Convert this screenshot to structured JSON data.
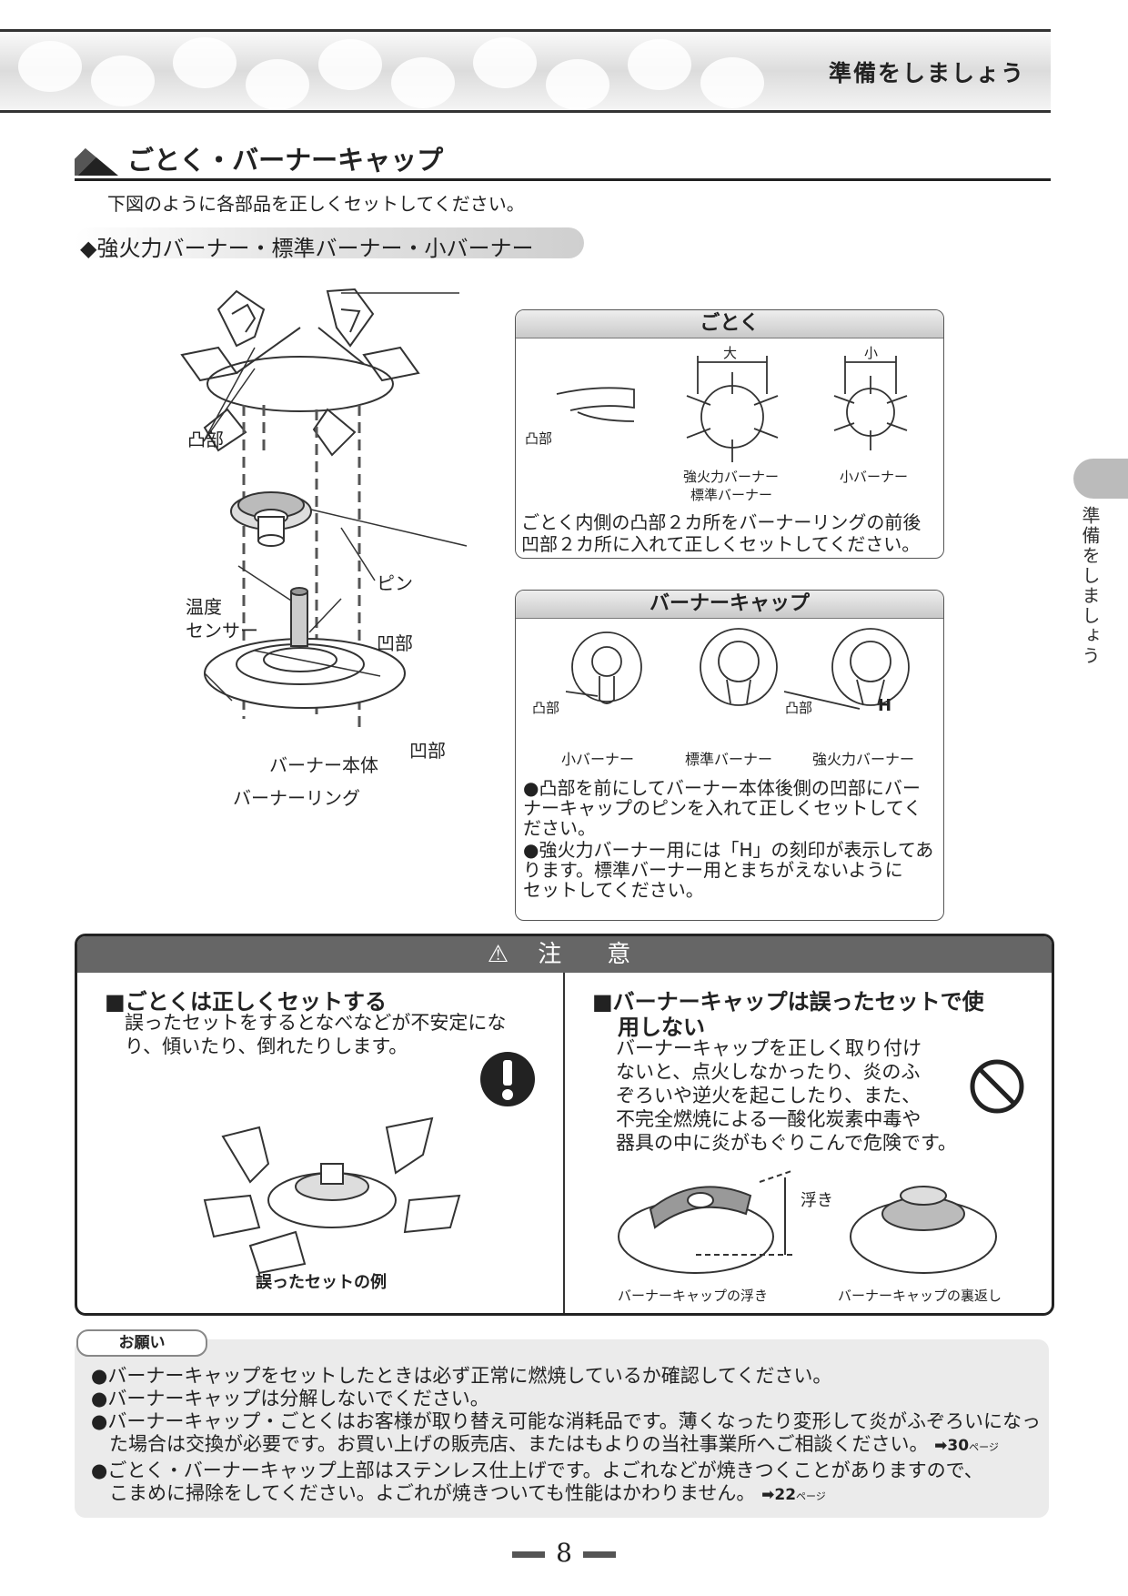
{
  "header": {
    "title": "準備をしましょう"
  },
  "section": {
    "title": "ごとく・バーナーキャップ",
    "intro": "下図のように各部品を正しくセットしてください。",
    "subtitle": "◆強火力バーナー・標準バーナー・小バーナー"
  },
  "diagram_labels": {
    "totsubu": "凸部",
    "pin": "ピン",
    "temp_line1": "温度",
    "temp_line2": "センサー",
    "oubu1": "凹部",
    "oubu2": "凹部",
    "burner_body": "バーナー本体",
    "burner_ring": "バーナーリング"
  },
  "gotoku_box": {
    "title": "ごとく",
    "label_large": "大",
    "label_small": "小",
    "label_totsubu": "凸部",
    "label_strong_std_1": "強火力バーナー",
    "label_strong_std_2": "標準バーナー",
    "label_small_burner": "小バーナー",
    "text_line1": "ごとく内側の凸部２カ所をバーナーリングの前後",
    "text_line2": "凹部２カ所に入れて正しくセットしてください。"
  },
  "cap_box": {
    "title": "バーナーキャップ",
    "label_totsubu1": "凸部",
    "label_totsubu2": "凸部",
    "label_h": "H",
    "label_small": "小バーナー",
    "label_standard": "標準バーナー",
    "label_strong": "強火力バーナー",
    "bullets": [
      [
        "●凸部を前にしてバーナー本体後側の凹部にバー",
        "ナーキャップのピンを入れて正しくセットしてく",
        "ださい。"
      ],
      [
        "●強火力バーナー用には「H」の刻印が表示してあ",
        "ります。標準バーナー用とまちがえないように",
        "セットしてください。"
      ]
    ]
  },
  "caution": {
    "title": "注　意",
    "left": {
      "heading": "■ごとくは正しくセットする",
      "body1": "誤ったセットをするとなべなどが不安定にな",
      "body2": "り、傾いたり、倒れたりします。",
      "caption": "誤ったセットの例"
    },
    "right": {
      "heading1": "■バーナーキャップは誤ったセットで使",
      "heading2": "用しない",
      "body": [
        "バーナーキャップを正しく取り付け",
        "ないと、点火しなかったり、炎のふ",
        "ぞろいや逆火を起こしたり、また、",
        "不完全燃焼による一酸化炭素中毒や",
        "器具の中に炎がもぐりこんで危険です。"
      ],
      "label_float": "浮き",
      "caption_float": "バーナーキャップの浮き",
      "caption_reverse": "バーナーキャップの裏返し"
    }
  },
  "request": {
    "badge": "お願い",
    "items": [
      "●バーナーキャップをセットしたときは必ず正常に燃焼しているか確認してください。",
      "●バーナーキャップは分解しないでください。",
      "●バーナーキャップ・ごとくはお客様が取り替え可能な消耗品です。薄くなったり変形して炎がふぞろいになっ",
      "た場合は交換が必要です。お買い上げの販売店、またはもよりの当社事業所へご相談ください。",
      "●ごとく・バーナーキャップ上部はステンレス仕上げです。よごれなどが焼きつくことがありますので、",
      "こまめに掃除をしてください。よごれが焼きついても性能はかわりません。"
    ],
    "ref1_page": "➡30",
    "ref1_unit": "ページ",
    "ref2_page": "➡22",
    "ref2_unit": "ページ"
  },
  "side_tab": {
    "text": "準備をしましょう"
  },
  "page_number": "8"
}
